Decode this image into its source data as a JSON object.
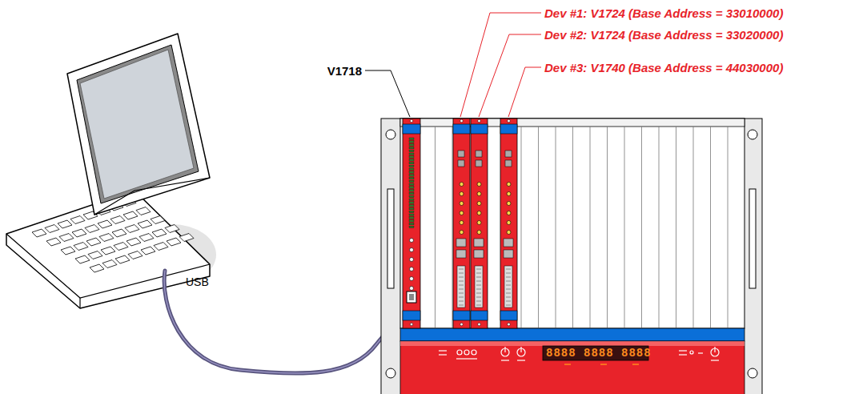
{
  "diagram": {
    "labels": [
      "V1718",
      "Dev #1: V1724 (Base Address = 33010000)",
      "Dev #2: V1724 (Base Address = 33020000)",
      "Dev #3: V1740 (Base Address = 44030000)",
      "USB",
      "8888 8888 8888"
    ]
  }
}
